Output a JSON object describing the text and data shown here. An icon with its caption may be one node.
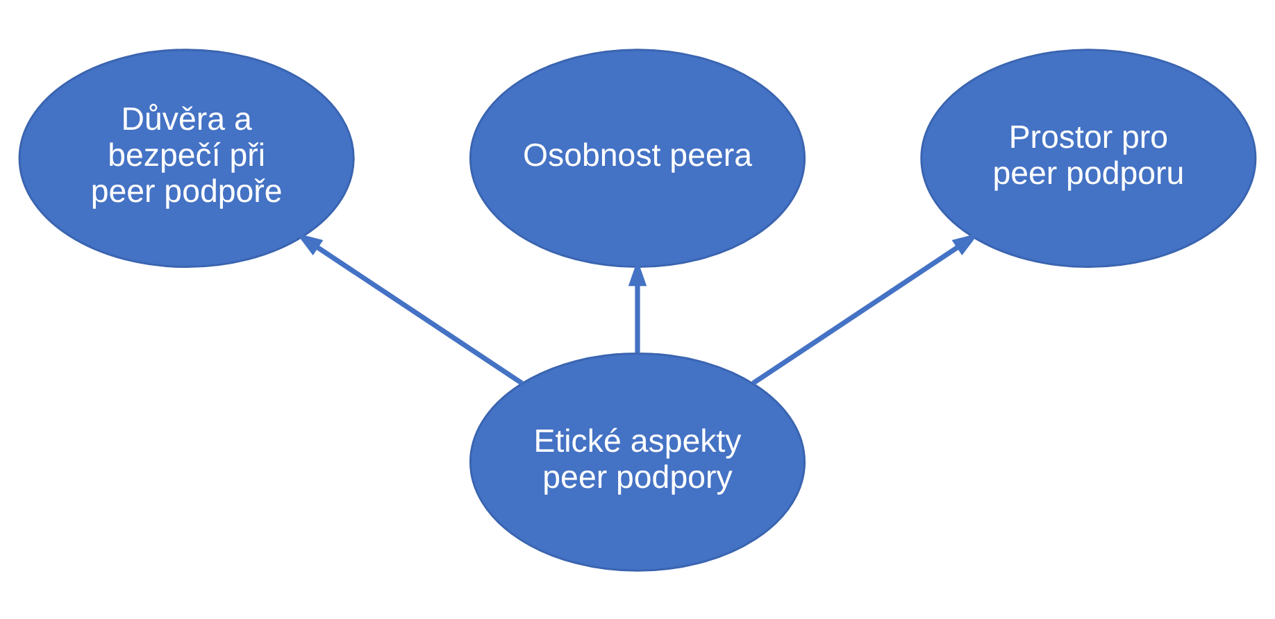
{
  "diagram": {
    "nodes": [
      {
        "text": [
          "Osobnost peera"
        ]
      },
      {
        "text": [
          "Důvěra a bezpečí při peer podpoře"
        ]
      },
      {
        "text": [
          "Prostor pro peer podporu"
        ]
      },
      {
        "text": [
          "Etické aspekty peer podpory"
        ]
      }
    ],
    "edges": [
      {
        "from": 3,
        "to": 0,
        "arrow": "to"
      },
      {
        "from": 3,
        "to": 1,
        "arrow": "to"
      },
      {
        "from": 3,
        "to": 2,
        "arrow": "to"
      }
    ]
  }
}
